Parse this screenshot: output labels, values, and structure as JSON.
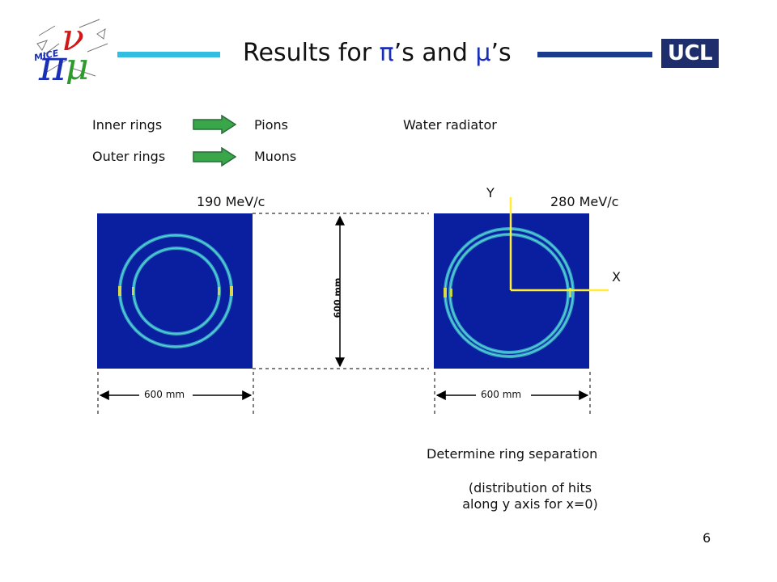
{
  "header": {
    "title_prefix": "Results for ",
    "pi_symbol": "π",
    "title_mid": "’s and ",
    "mu_symbol": "μ",
    "title_suffix": "’s",
    "logo_text": "UCL",
    "mice_logo_text": "MICE",
    "colors": {
      "light_bar": "#33bde0",
      "dark_bar": "#1c3a8c",
      "ucl_bg": "#1e2d6b"
    }
  },
  "legend": {
    "row1_label": "Inner rings",
    "row1_value": "Pions",
    "row2_label": "Outer rings",
    "row2_value": "Muons",
    "radiator": "Water radiator",
    "arrow_icon": "green-arrow-icon"
  },
  "panels": {
    "left_momentum": "190 MeV/c",
    "right_momentum": "280 MeV/c",
    "left_width_label": "600 mm",
    "right_width_label": "600 mm",
    "height_label": "600 mm",
    "axis_x": "X",
    "axis_y": "Y",
    "colors": {
      "background": "#0a1fa0",
      "axes": "#ffee33"
    }
  },
  "notes": {
    "line1": "Determine ring separation",
    "line2": "(distribution of hits",
    "line3": "along y axis for x=0)"
  },
  "footer": {
    "page_number": "6"
  }
}
